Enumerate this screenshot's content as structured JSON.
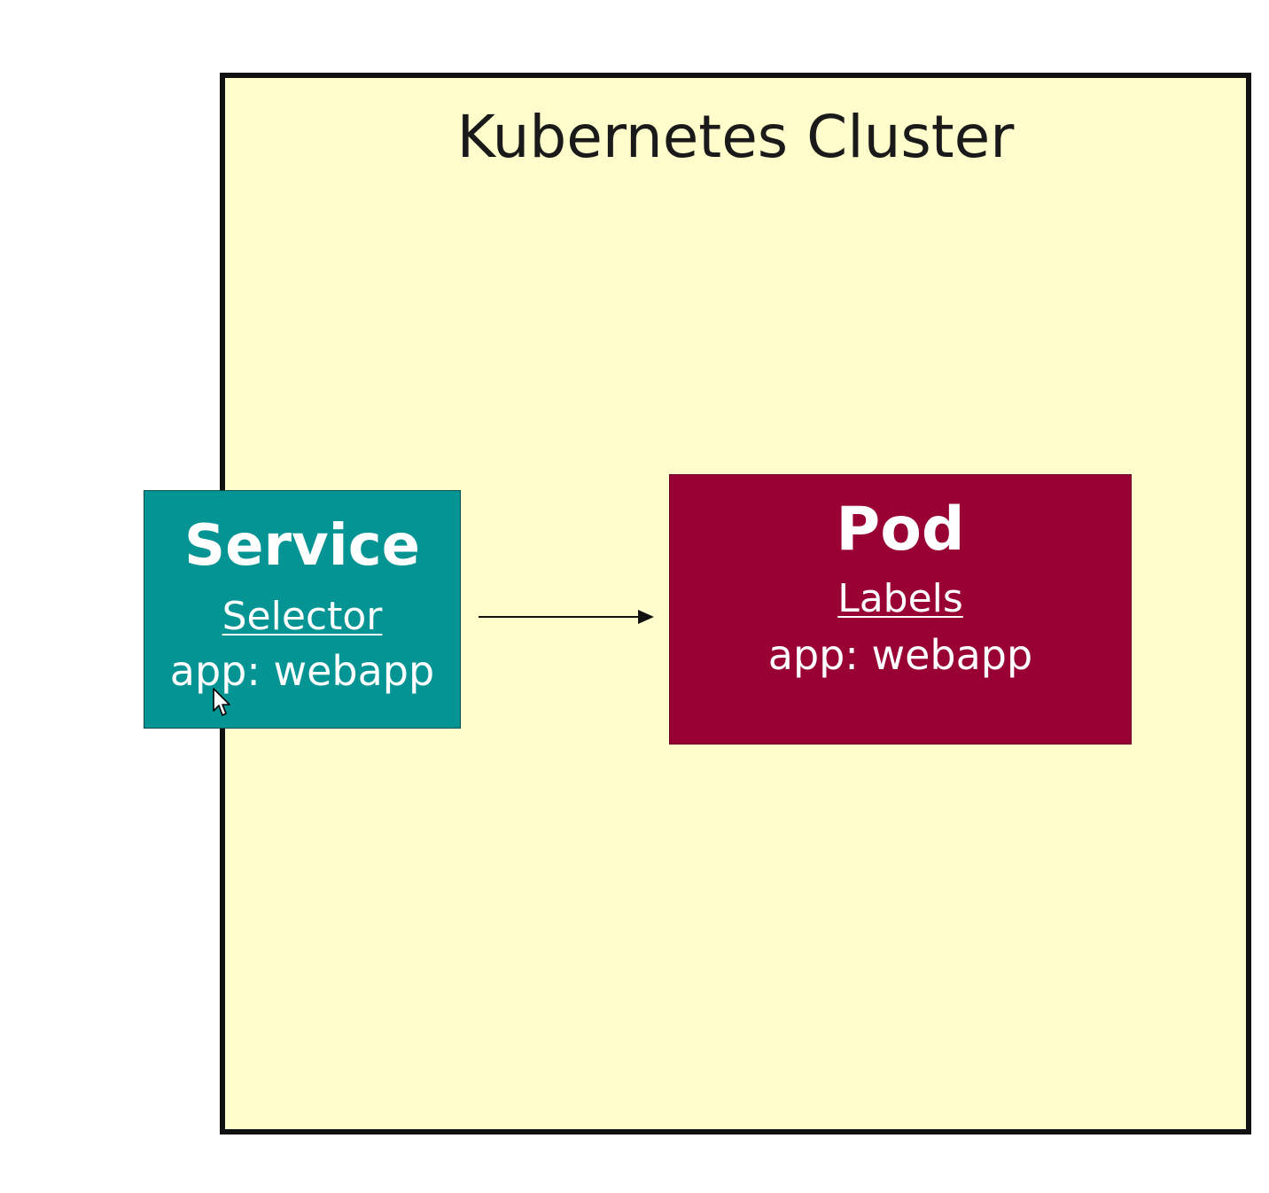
{
  "cluster": {
    "title": "Kubernetes Cluster",
    "fill_color": "#fefdcb",
    "border_color": "#111111"
  },
  "service": {
    "title": "Service",
    "subtitle": "Selector",
    "value": "app: webapp",
    "color": "#059494"
  },
  "pod": {
    "title": "Pod",
    "subtitle": "Labels",
    "value": "app: webapp",
    "color": "#990033"
  },
  "connector": {
    "from": "service",
    "to": "pod",
    "style": "arrow"
  },
  "cursor": {
    "icon": "mouse-pointer-icon"
  }
}
